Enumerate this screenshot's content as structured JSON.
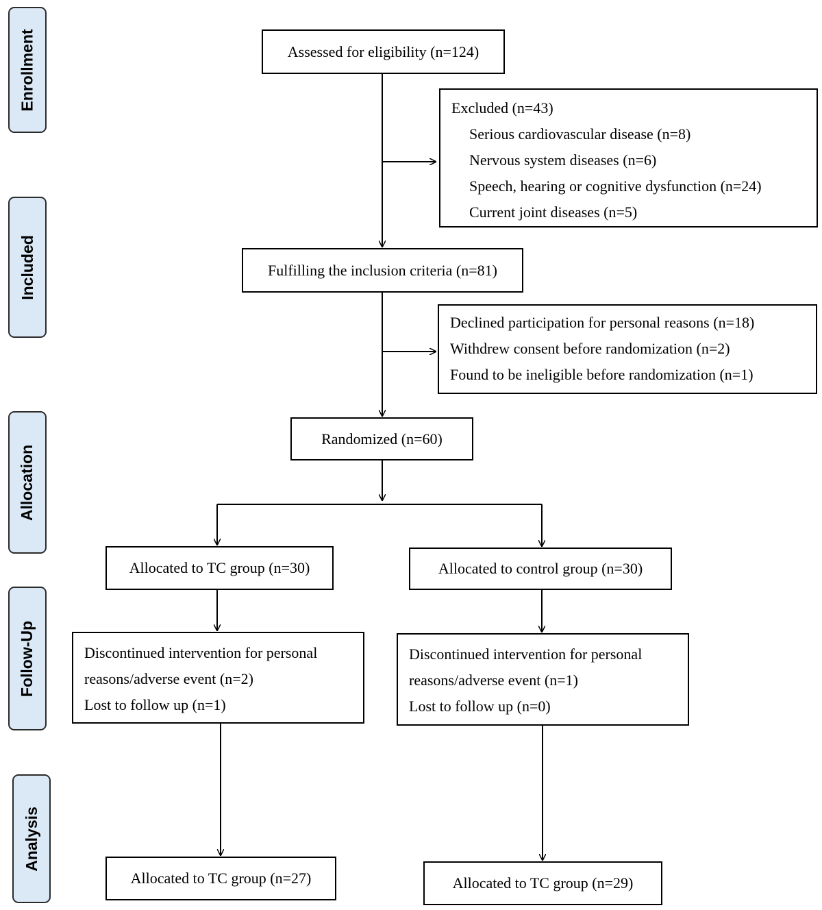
{
  "stages": {
    "enrollment": "Enrollment",
    "included": "Included",
    "allocation": "Allocation",
    "followup": "Follow-Up",
    "analysis": "Analysis"
  },
  "boxes": {
    "assessed": "Assessed for eligibility (n=124)",
    "excluded": {
      "title": "Excluded (n=43)",
      "items": [
        "Serious cardiovascular disease (n=8)",
        "Nervous system diseases (n=6)",
        "Speech, hearing or cognitive dysfunction (n=24)",
        "Current joint diseases (n=5)"
      ]
    },
    "fulfilling": "Fulfilling the inclusion criteria (n=81)",
    "declined": {
      "items": [
        "Declined participation for personal reasons (n=18)",
        "Withdrew consent before randomization (n=2)",
        "Found to be ineligible before randomization (n=1)"
      ]
    },
    "randomized": "Randomized (n=60)",
    "alloc_tc": "Allocated to TC group (n=30)",
    "alloc_control": "Allocated to control group (n=30)",
    "followup_tc": {
      "items": [
        "Discontinued intervention for personal",
        "reasons/adverse event (n=2)",
        "Lost to follow up (n=1)"
      ]
    },
    "followup_control": {
      "items": [
        "Discontinued intervention for personal",
        "reasons/adverse event (n=1)",
        "Lost to follow up (n=0)"
      ]
    },
    "analysis_tc": "Allocated to TC group (n=27)",
    "analysis_control": "Allocated to TC group (n=29)"
  }
}
